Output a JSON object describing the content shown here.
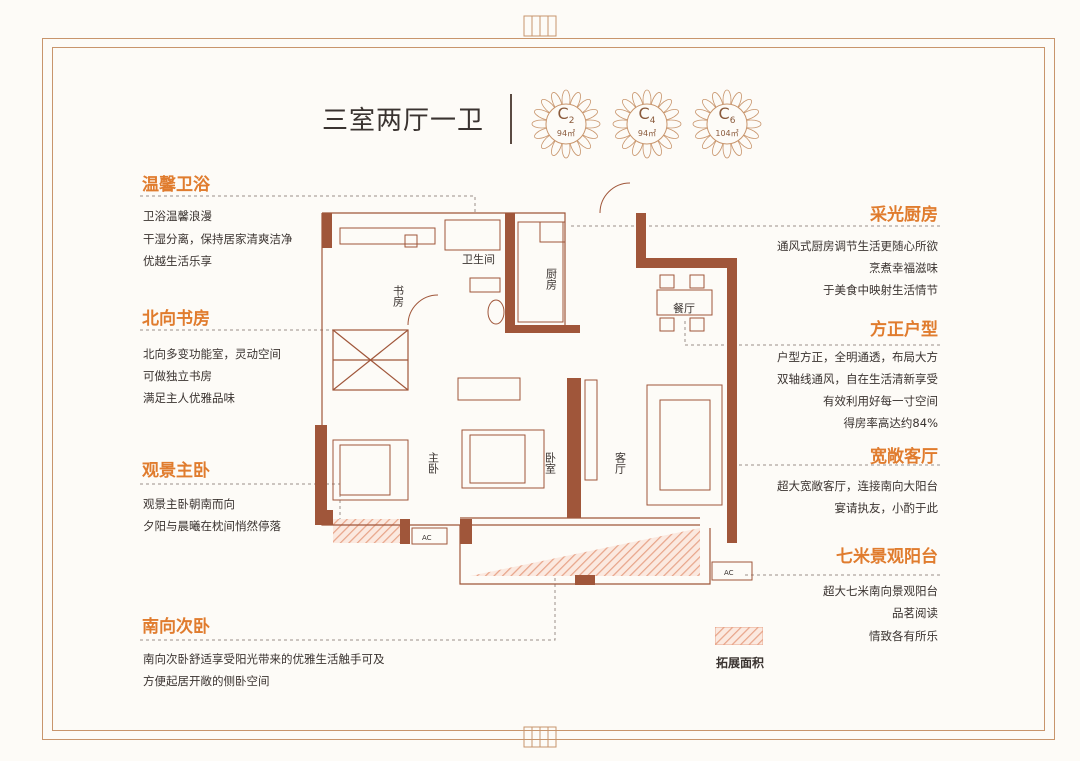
{
  "title": "三室两厅一卫",
  "badges": [
    {
      "code": "C",
      "num": "2",
      "area": "94㎡"
    },
    {
      "code": "C",
      "num": "4",
      "area": "94㎡"
    },
    {
      "code": "C",
      "num": "6",
      "area": "104㎡"
    }
  ],
  "left_sections": [
    {
      "title": "温馨卫浴",
      "lines": [
        "卫浴温馨浪漫",
        "干湿分离，保持居家清爽洁净",
        "优越生活乐享"
      ]
    },
    {
      "title": "北向书房",
      "lines": [
        "北向多变功能室，灵动空间",
        "可做独立书房",
        "满足主人优雅品味"
      ]
    },
    {
      "title": "观景主卧",
      "lines": [
        "观景主卧朝南而向",
        "夕阳与晨曦在枕间悄然停落"
      ]
    },
    {
      "title": "南向次卧",
      "lines": [
        "南向次卧舒适享受阳光带来的优雅生活触手可及",
        "方便起居开敞的侧卧空间"
      ]
    }
  ],
  "right_sections": [
    {
      "title": "采光厨房",
      "lines": [
        "通风式厨房调节生活更随心所欲",
        "烹煮幸福滋味",
        "于美食中映射生活情节"
      ]
    },
    {
      "title": "方正户型",
      "lines": [
        "户型方正，全明通透，布局大方",
        "双轴线通风，自在生活清新享受",
        "有效利用好每一寸空间",
        "得房率高达约84%"
      ]
    },
    {
      "title": "宽敞客厅",
      "lines": [
        "超大宽敞客厅，连接南向大阳台",
        "宴请执友，小酌于此"
      ]
    },
    {
      "title": "七米景观阳台",
      "lines": [
        "超大七米南向景观阳台",
        "品茗阅读",
        "情致各有所乐"
      ]
    }
  ],
  "rooms": {
    "study": "书房",
    "bathroom": "卫生间",
    "kitchen": "厨房",
    "dining": "餐厅",
    "master": "主卧",
    "bedroom": "卧室",
    "living": "客厅",
    "ac": "AC"
  },
  "legend": {
    "label": "拓展面积"
  },
  "colors": {
    "accent": "#e07c2e",
    "wall": "#a0563a",
    "frame": "#c8956c",
    "hatch": "#e8a58a"
  }
}
